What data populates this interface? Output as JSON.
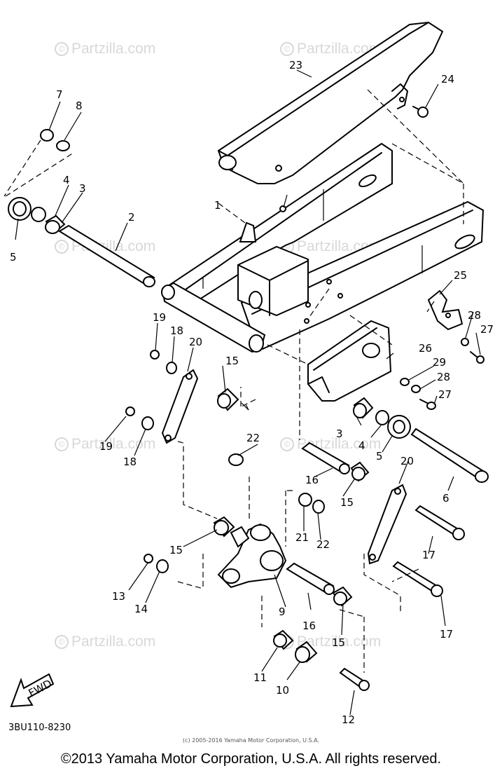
{
  "diagram": {
    "part_labels": [
      {
        "id": "1",
        "label": "1"
      },
      {
        "id": "2",
        "label": "2"
      },
      {
        "id": "3a",
        "label": "3"
      },
      {
        "id": "3b",
        "label": "3"
      },
      {
        "id": "4a",
        "label": "4"
      },
      {
        "id": "4b",
        "label": "4"
      },
      {
        "id": "5a",
        "label": "5"
      },
      {
        "id": "5b",
        "label": "5"
      },
      {
        "id": "6",
        "label": "6"
      },
      {
        "id": "7",
        "label": "7"
      },
      {
        "id": "8",
        "label": "8"
      },
      {
        "id": "9",
        "label": "9"
      },
      {
        "id": "10",
        "label": "10"
      },
      {
        "id": "11",
        "label": "11"
      },
      {
        "id": "12",
        "label": "12"
      },
      {
        "id": "13",
        "label": "13"
      },
      {
        "id": "14",
        "label": "14"
      },
      {
        "id": "15a",
        "label": "15"
      },
      {
        "id": "15b",
        "label": "15"
      },
      {
        "id": "15c",
        "label": "15"
      },
      {
        "id": "15d",
        "label": "15"
      },
      {
        "id": "16a",
        "label": "16"
      },
      {
        "id": "16b",
        "label": "16"
      },
      {
        "id": "17a",
        "label": "17"
      },
      {
        "id": "17b",
        "label": "17"
      },
      {
        "id": "18a",
        "label": "18"
      },
      {
        "id": "18b",
        "label": "18"
      },
      {
        "id": "19a",
        "label": "19"
      },
      {
        "id": "19b",
        "label": "19"
      },
      {
        "id": "20a",
        "label": "20"
      },
      {
        "id": "20b",
        "label": "20"
      },
      {
        "id": "21",
        "label": "21"
      },
      {
        "id": "22a",
        "label": "22"
      },
      {
        "id": "22b",
        "label": "22"
      },
      {
        "id": "23",
        "label": "23"
      },
      {
        "id": "24",
        "label": "24"
      },
      {
        "id": "25",
        "label": "25"
      },
      {
        "id": "26",
        "label": "26"
      },
      {
        "id": "27a",
        "label": "27"
      },
      {
        "id": "27b",
        "label": "27"
      },
      {
        "id": "28a",
        "label": "28"
      },
      {
        "id": "28b",
        "label": "28"
      },
      {
        "id": "29",
        "label": "29"
      }
    ],
    "fwd_label": "FWD",
    "diagram_code": "3BU110-8230"
  },
  "watermark": {
    "text": "Partzilla.com",
    "mark": "©",
    "color": "#d8d8d8"
  },
  "footer": {
    "small_copyright": "(c) 2005-2016 Yamaha Motor Corporation, U.S.A.",
    "copyright": "©2013 Yamaha Motor Corporation, U.S.A. All rights reserved."
  }
}
